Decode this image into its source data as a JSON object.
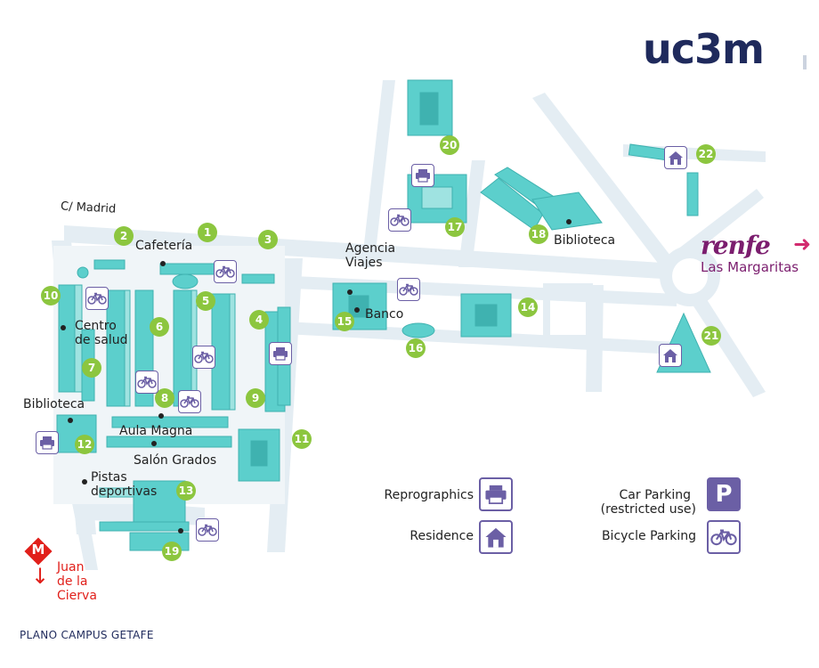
{
  "logo": "uc3m",
  "street": "C/ Madrid",
  "renfe": {
    "brand": "renfe",
    "station": "Las Margaritas"
  },
  "metro": {
    "letter": "M",
    "station_line1": "Juan",
    "station_line2": "de la Cierva"
  },
  "places": {
    "cafeteria": "Cafetería",
    "centro_salud_1": "Centro",
    "centro_salud_2": "de salud",
    "biblioteca_west": "Biblioteca",
    "aula_magna": "Aula Magna",
    "salon_grados": "Salón Grados",
    "pistas_1": "Pistas",
    "pistas_2": "deportivas",
    "agencia_1": "Agencia",
    "agencia_2": "Viajes",
    "banco": "Banco",
    "biblioteca_east": "Biblioteca"
  },
  "buildings": [
    "1",
    "2",
    "3",
    "4",
    "5",
    "6",
    "7",
    "8",
    "9",
    "10",
    "11",
    "12",
    "13",
    "14",
    "15",
    "16",
    "17",
    "18",
    "19",
    "20",
    "21",
    "22"
  ],
  "legend": {
    "reprographics": "Reprographics",
    "residence": "Residence",
    "car_parking_1": "Car Parking",
    "car_parking_2": "(restricted use)",
    "car_parking_symbol": "P",
    "bicycle_parking": "Bicycle Parking"
  },
  "footer": "PLANO CAMPUS GETAFE",
  "colors": {
    "building": "#5ccfcc",
    "road": "#e4edf3",
    "marker": "#8cc63f",
    "icon": "#6b5fa5",
    "renfe": "#7b1d6e",
    "metro": "#e1201b",
    "logo": "#1f2a5c"
  },
  "icons": {
    "bike": "bicycle-icon",
    "printer": "printer-icon",
    "house": "house-icon",
    "parking": "parking-icon"
  }
}
